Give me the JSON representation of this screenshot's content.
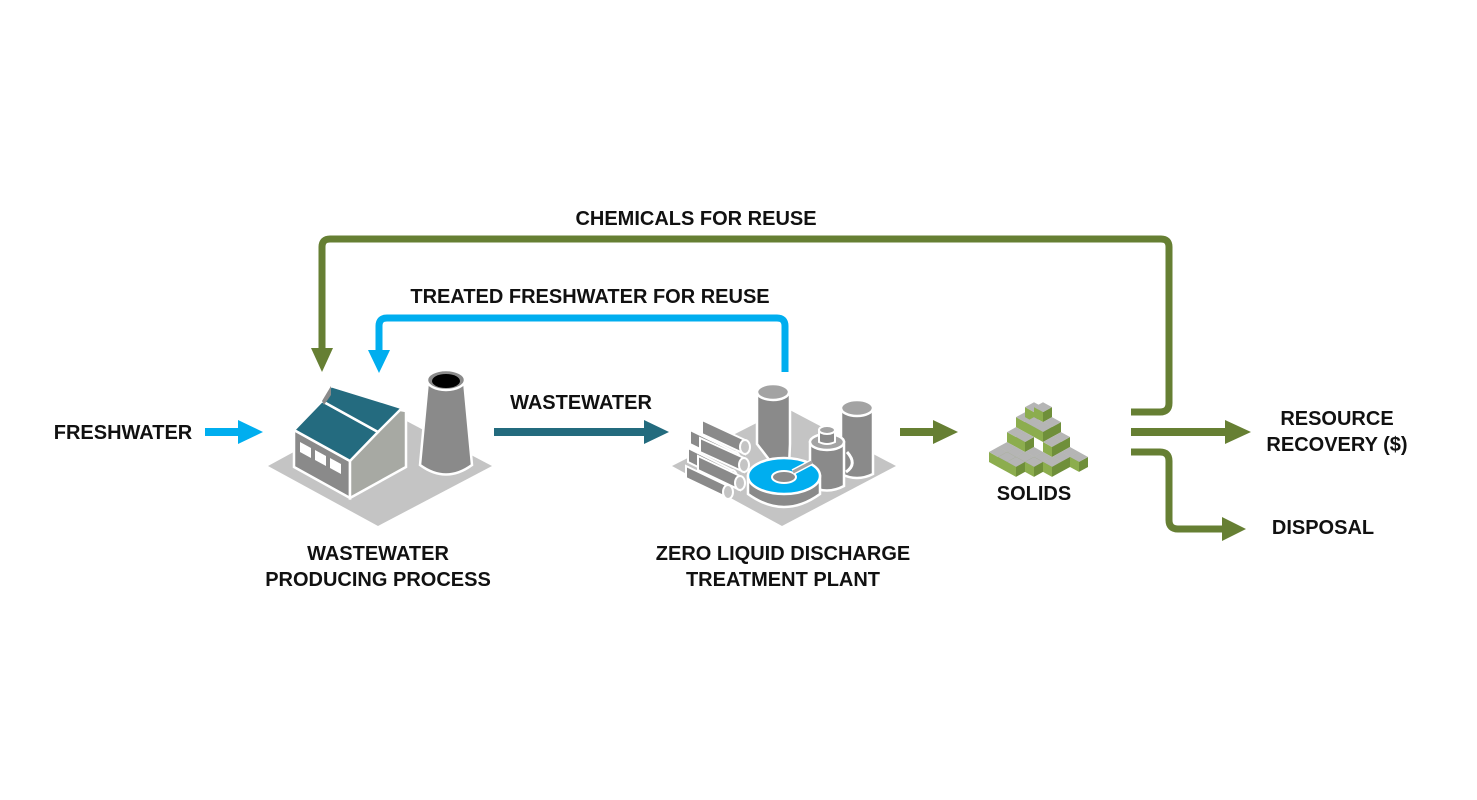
{
  "colors": {
    "blue": "#00aeef",
    "teal": "#236b7e",
    "green": "#667f33",
    "green_light": "#8cad4e",
    "gray_dark": "#8a8a8a",
    "gray_mid": "#a3a3a3",
    "gray_light": "#c4c4c4",
    "text": "#111111"
  },
  "labels": {
    "freshwater": "FRESHWATER",
    "wastewater_flow": "WASTEWATER",
    "treated_freshwater": "TREATED FRESHWATER FOR REUSE",
    "chemicals": "CHEMICALS FOR REUSE",
    "process_line1": "WASTEWATER",
    "process_line2": "PRODUCING PROCESS",
    "plant_line1": "ZERO LIQUID DISCHARGE",
    "plant_line2": "TREATMENT PLANT",
    "solids": "SOLIDS",
    "resource_line1": "RESOURCE",
    "resource_line2": "RECOVERY ($)",
    "disposal": "DISPOSAL"
  },
  "icons": {
    "process": "factory-with-cooling-tower-icon",
    "plant": "treatment-plant-icon",
    "solids": "solids-cubes-icon"
  }
}
